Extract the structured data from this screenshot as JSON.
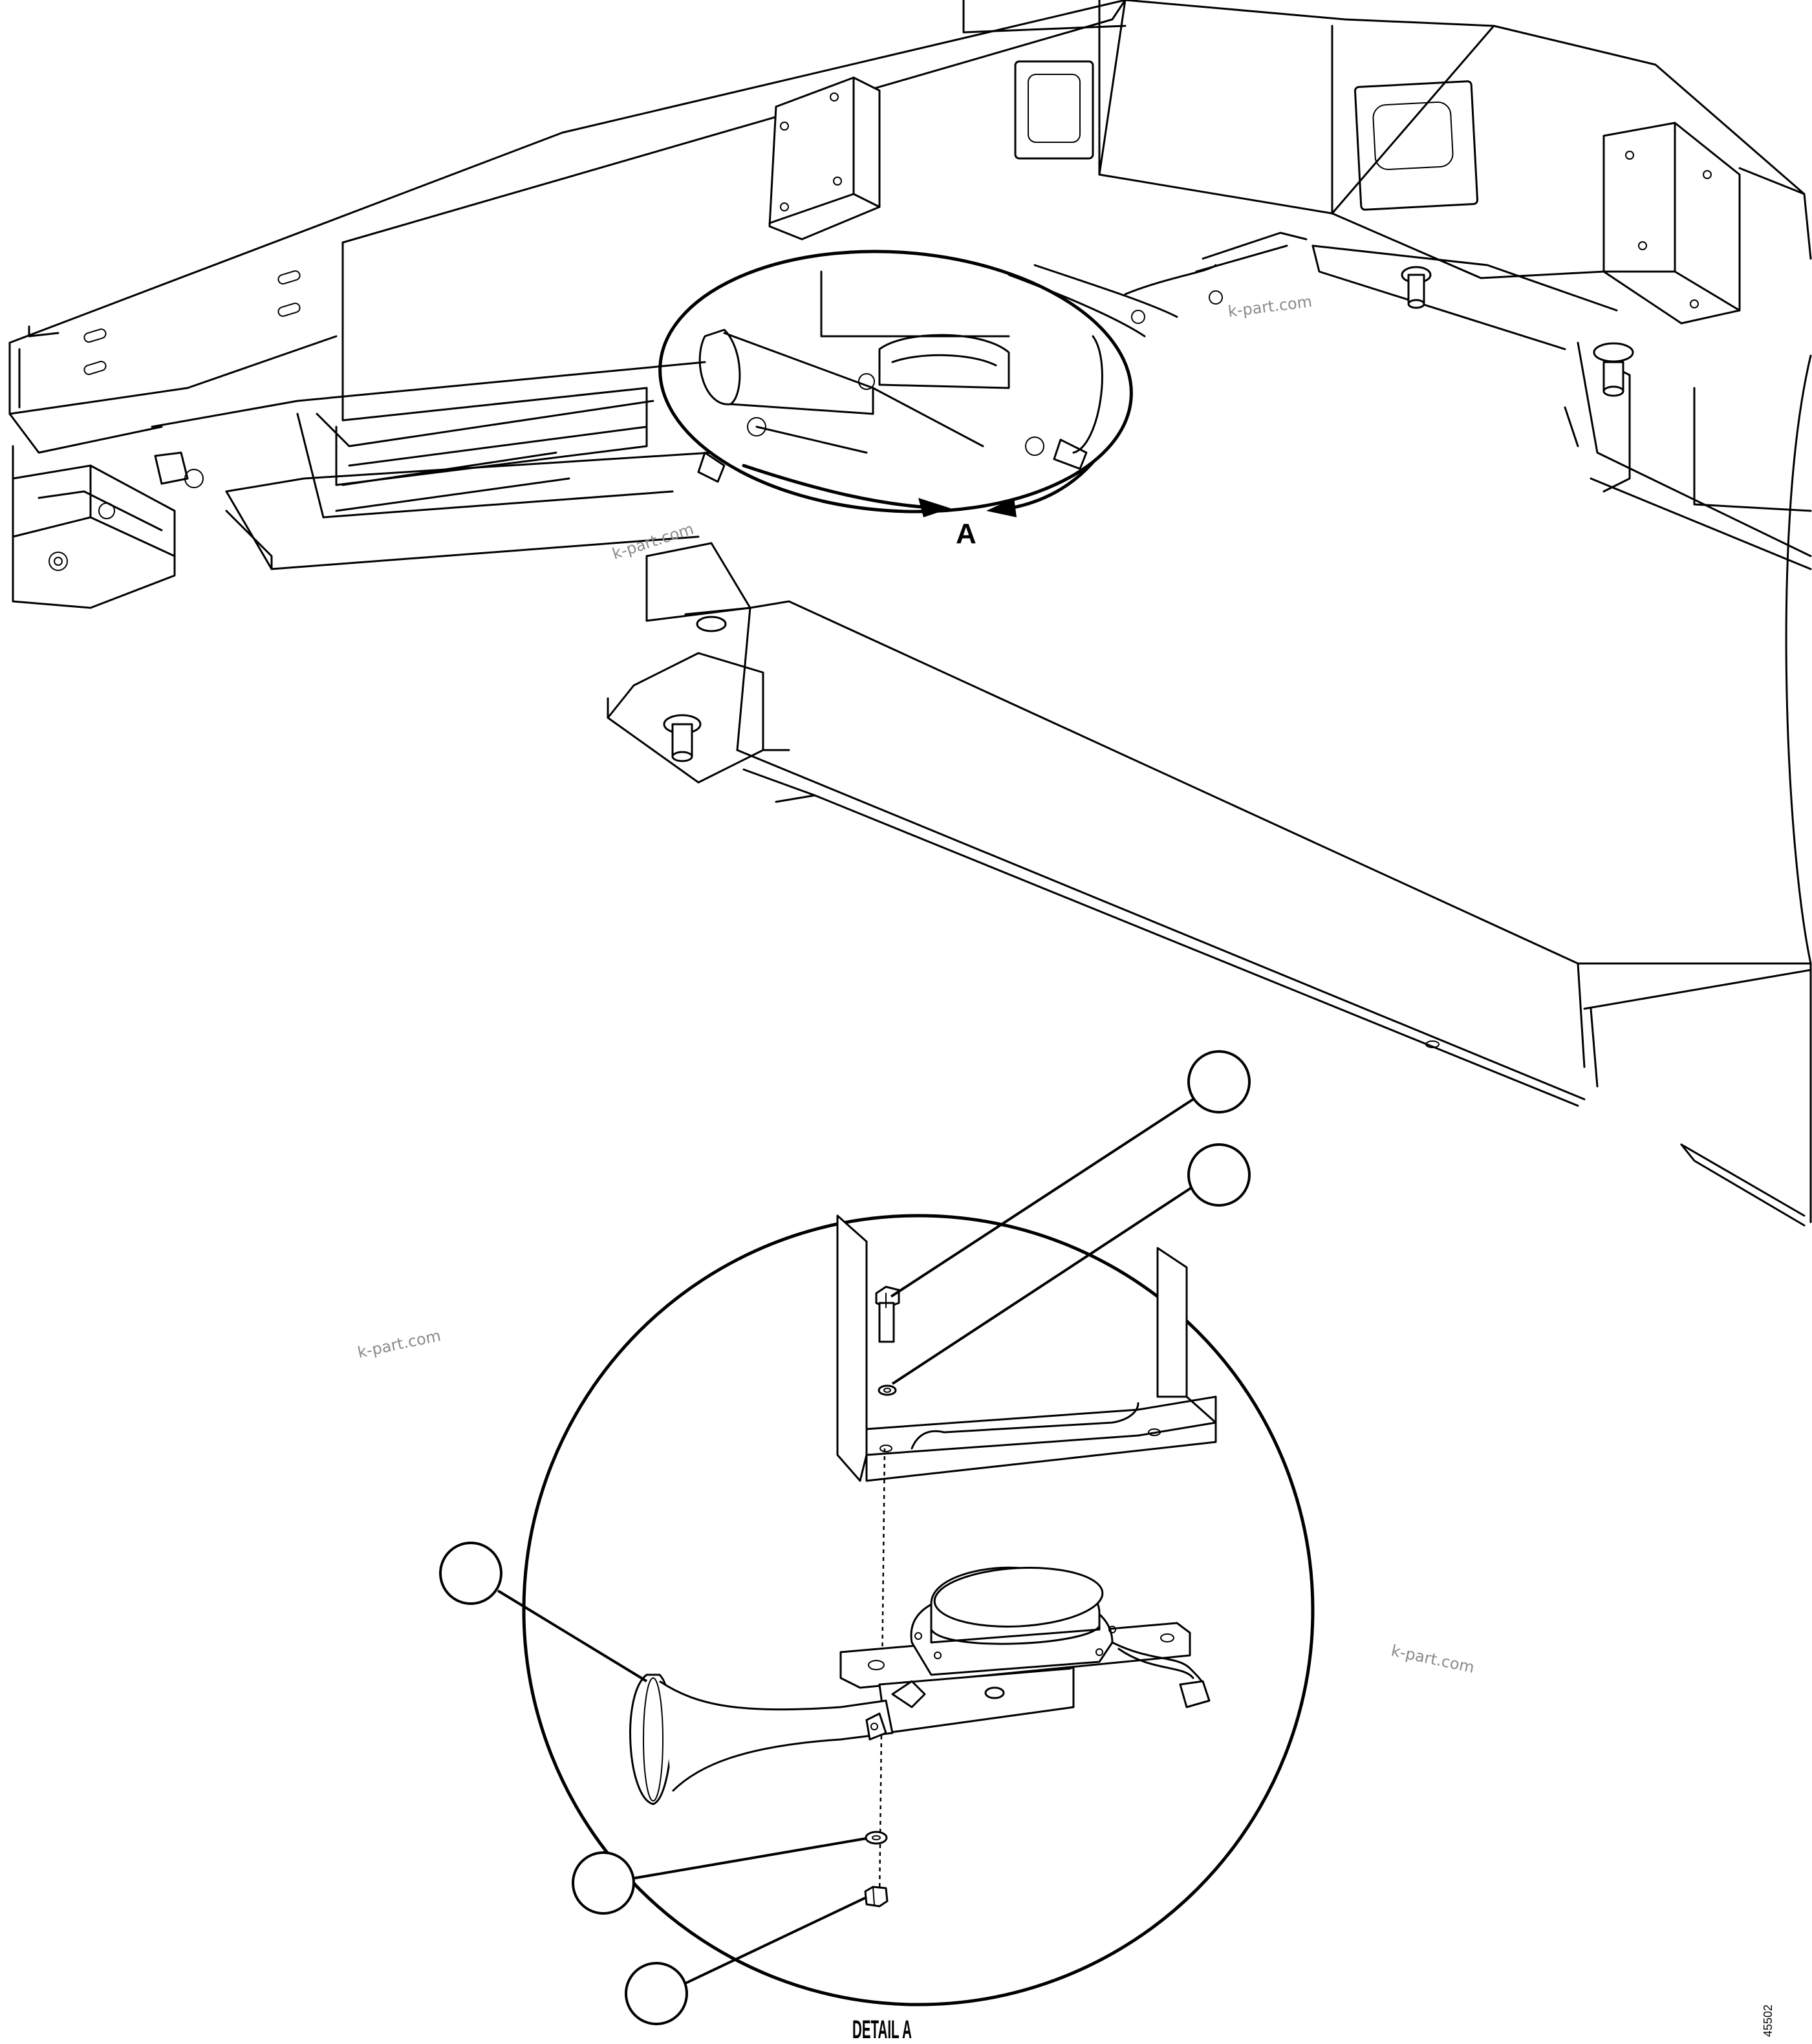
{
  "detail_marker": "A",
  "detail_title": "DETAIL A",
  "watermark": "k-part.com",
  "figure_ref": "45502"
}
